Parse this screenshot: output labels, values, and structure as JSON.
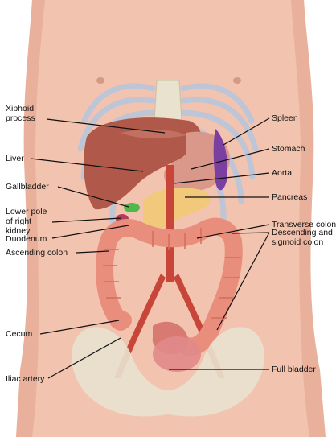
{
  "labels": {
    "xiphoid": "Xiphoid process",
    "liver": "Liver",
    "gallbladder": "Gallbladder",
    "kidney": "Lower pole of right kidney",
    "duodenum": "Duodenum",
    "ascending_colon": "Ascending colon",
    "cecum": "Cecum",
    "iliac_artery": "Iliac artery",
    "spleen": "Spleen",
    "stomach": "Stomach",
    "aorta": "Aorta",
    "pancreas": "Pancreas",
    "transverse_colon": "Transverse colon",
    "descending_sigmoid_colon": "Descending and sigmoid colon",
    "full_bladder": "Full bladder"
  },
  "colors": {
    "skin": "#f2c3ae",
    "skin_shadow": "#e2a58e",
    "bone": "#e9e2cf",
    "rib_blue": "#b9c6dc",
    "liver": "#b0594b",
    "stomach": "#d9988a",
    "spleen": "#7a3fa0",
    "pancreas": "#f2c87a",
    "gallbladder": "#4fb84a",
    "colon": "#e98d7c",
    "aorta": "#c8453a",
    "bladder": "#e08a8a",
    "leader": "#111111"
  }
}
